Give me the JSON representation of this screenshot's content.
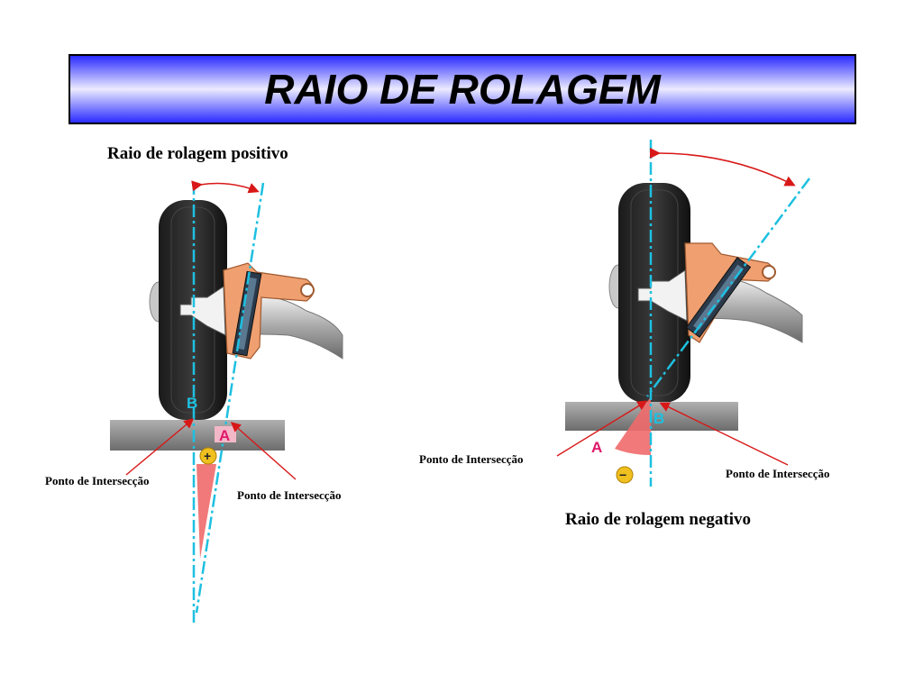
{
  "title": "RAIO DE ROLAGEM",
  "left_panel": {
    "heading": "Raio de rolagem positivo",
    "marker_b": "B",
    "marker_a": "A",
    "sign": "+",
    "callout_left": "Ponto de Intersecção",
    "callout_right": "Ponto de Intersecção"
  },
  "right_panel": {
    "heading": "Raio de rolagem negativo",
    "marker_b": "B",
    "marker_a": "A",
    "sign": "−",
    "callout_left": "Ponto de Intersecção",
    "callout_right": "Ponto de Intersecção"
  },
  "colors": {
    "axis_line": "#1ec0e0",
    "arrow_red": "#d81818",
    "wedge": "#f06a6a",
    "marker_a_bg": "#f3b8c8",
    "marker_a_text": "#e0186a",
    "sign_bg": "#f0c020",
    "ground": "#8a8a8a",
    "knuckle": "#f0a070"
  }
}
